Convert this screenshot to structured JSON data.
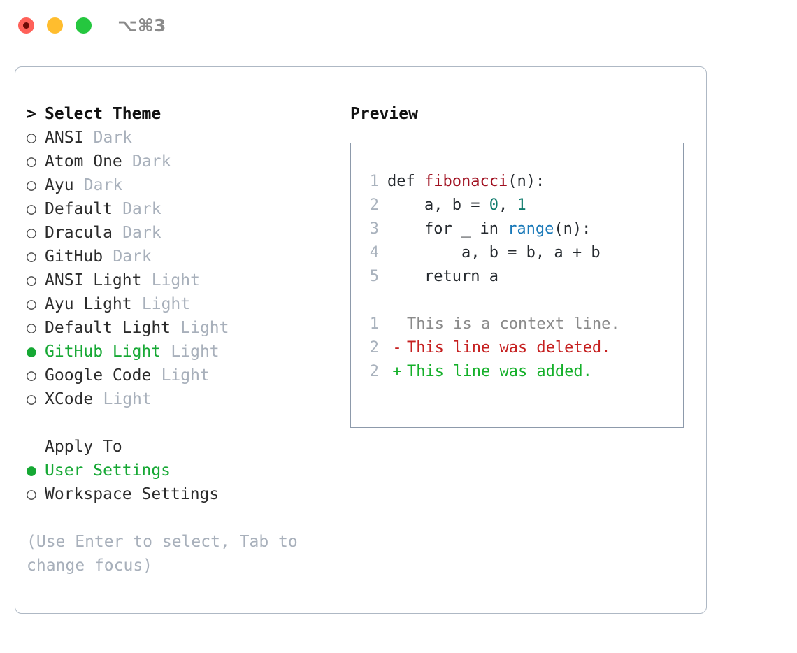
{
  "titlebar": {
    "shortcut": "⌥⌘3",
    "lights": [
      {
        "name": "close",
        "color": "#ff6159"
      },
      {
        "name": "minimize",
        "color": "#ffbd2e"
      },
      {
        "name": "maximize",
        "color": "#25c73f"
      }
    ]
  },
  "theme_panel": {
    "header_marker": ">",
    "header": "Select Theme",
    "marker_selected": "●",
    "marker_unselected": "○",
    "items": [
      {
        "label": "ANSI",
        "suffix": "Dark",
        "selected": false
      },
      {
        "label": "Atom One",
        "suffix": "Dark",
        "selected": false
      },
      {
        "label": "Ayu",
        "suffix": "Dark",
        "selected": false
      },
      {
        "label": "Default",
        "suffix": "Dark",
        "selected": false
      },
      {
        "label": "Dracula",
        "suffix": "Dark",
        "selected": false
      },
      {
        "label": "GitHub",
        "suffix": "Dark",
        "selected": false
      },
      {
        "label": "ANSI Light",
        "suffix": "Light",
        "selected": false
      },
      {
        "label": "Ayu Light",
        "suffix": "Light",
        "selected": false
      },
      {
        "label": "Default Light",
        "suffix": "Light",
        "selected": false
      },
      {
        "label": "GitHub Light",
        "suffix": "Light",
        "selected": true
      },
      {
        "label": "Google Code",
        "suffix": "Light",
        "selected": false
      },
      {
        "label": "XCode",
        "suffix": "Light",
        "selected": false
      }
    ]
  },
  "apply_to": {
    "header": "Apply To",
    "items": [
      {
        "label": "User Settings",
        "selected": true
      },
      {
        "label": "Workspace Settings",
        "selected": false
      }
    ]
  },
  "hint": "(Use Enter to select, Tab to change focus)",
  "preview": {
    "title": "Preview",
    "code_lines": [
      {
        "number": "1",
        "tokens": [
          {
            "text": "def ",
            "type": "plain"
          },
          {
            "text": "fibonacci",
            "type": "fn"
          },
          {
            "text": "(n):",
            "type": "plain"
          }
        ]
      },
      {
        "number": "2",
        "tokens": [
          {
            "text": "    a, b = ",
            "type": "plain"
          },
          {
            "text": "0",
            "type": "num"
          },
          {
            "text": ", ",
            "type": "plain"
          },
          {
            "text": "1",
            "type": "num"
          }
        ]
      },
      {
        "number": "3",
        "tokens": [
          {
            "text": "    for _ in ",
            "type": "plain"
          },
          {
            "text": "range",
            "type": "call"
          },
          {
            "text": "(n):",
            "type": "plain"
          }
        ]
      },
      {
        "number": "4",
        "tokens": [
          {
            "text": "        a, b = b, a + b",
            "type": "plain"
          }
        ]
      },
      {
        "number": "5",
        "tokens": [
          {
            "text": "    return a",
            "type": "plain"
          }
        ]
      }
    ],
    "diff_lines": [
      {
        "number": "1",
        "mark": " ",
        "text": "This is a context line.",
        "kind": "ctx"
      },
      {
        "number": "2",
        "mark": "-",
        "text": "This line was deleted.",
        "kind": "del"
      },
      {
        "number": "2",
        "mark": "+",
        "text": "This line was added.",
        "kind": "add"
      }
    ]
  },
  "colors": {
    "accent_green": "#16a834",
    "diff_add": "#15b02a",
    "diff_del": "#c62020",
    "muted": "#a8b0bb",
    "border": "#aeb8c4",
    "preview_border": "#8d9aab"
  }
}
